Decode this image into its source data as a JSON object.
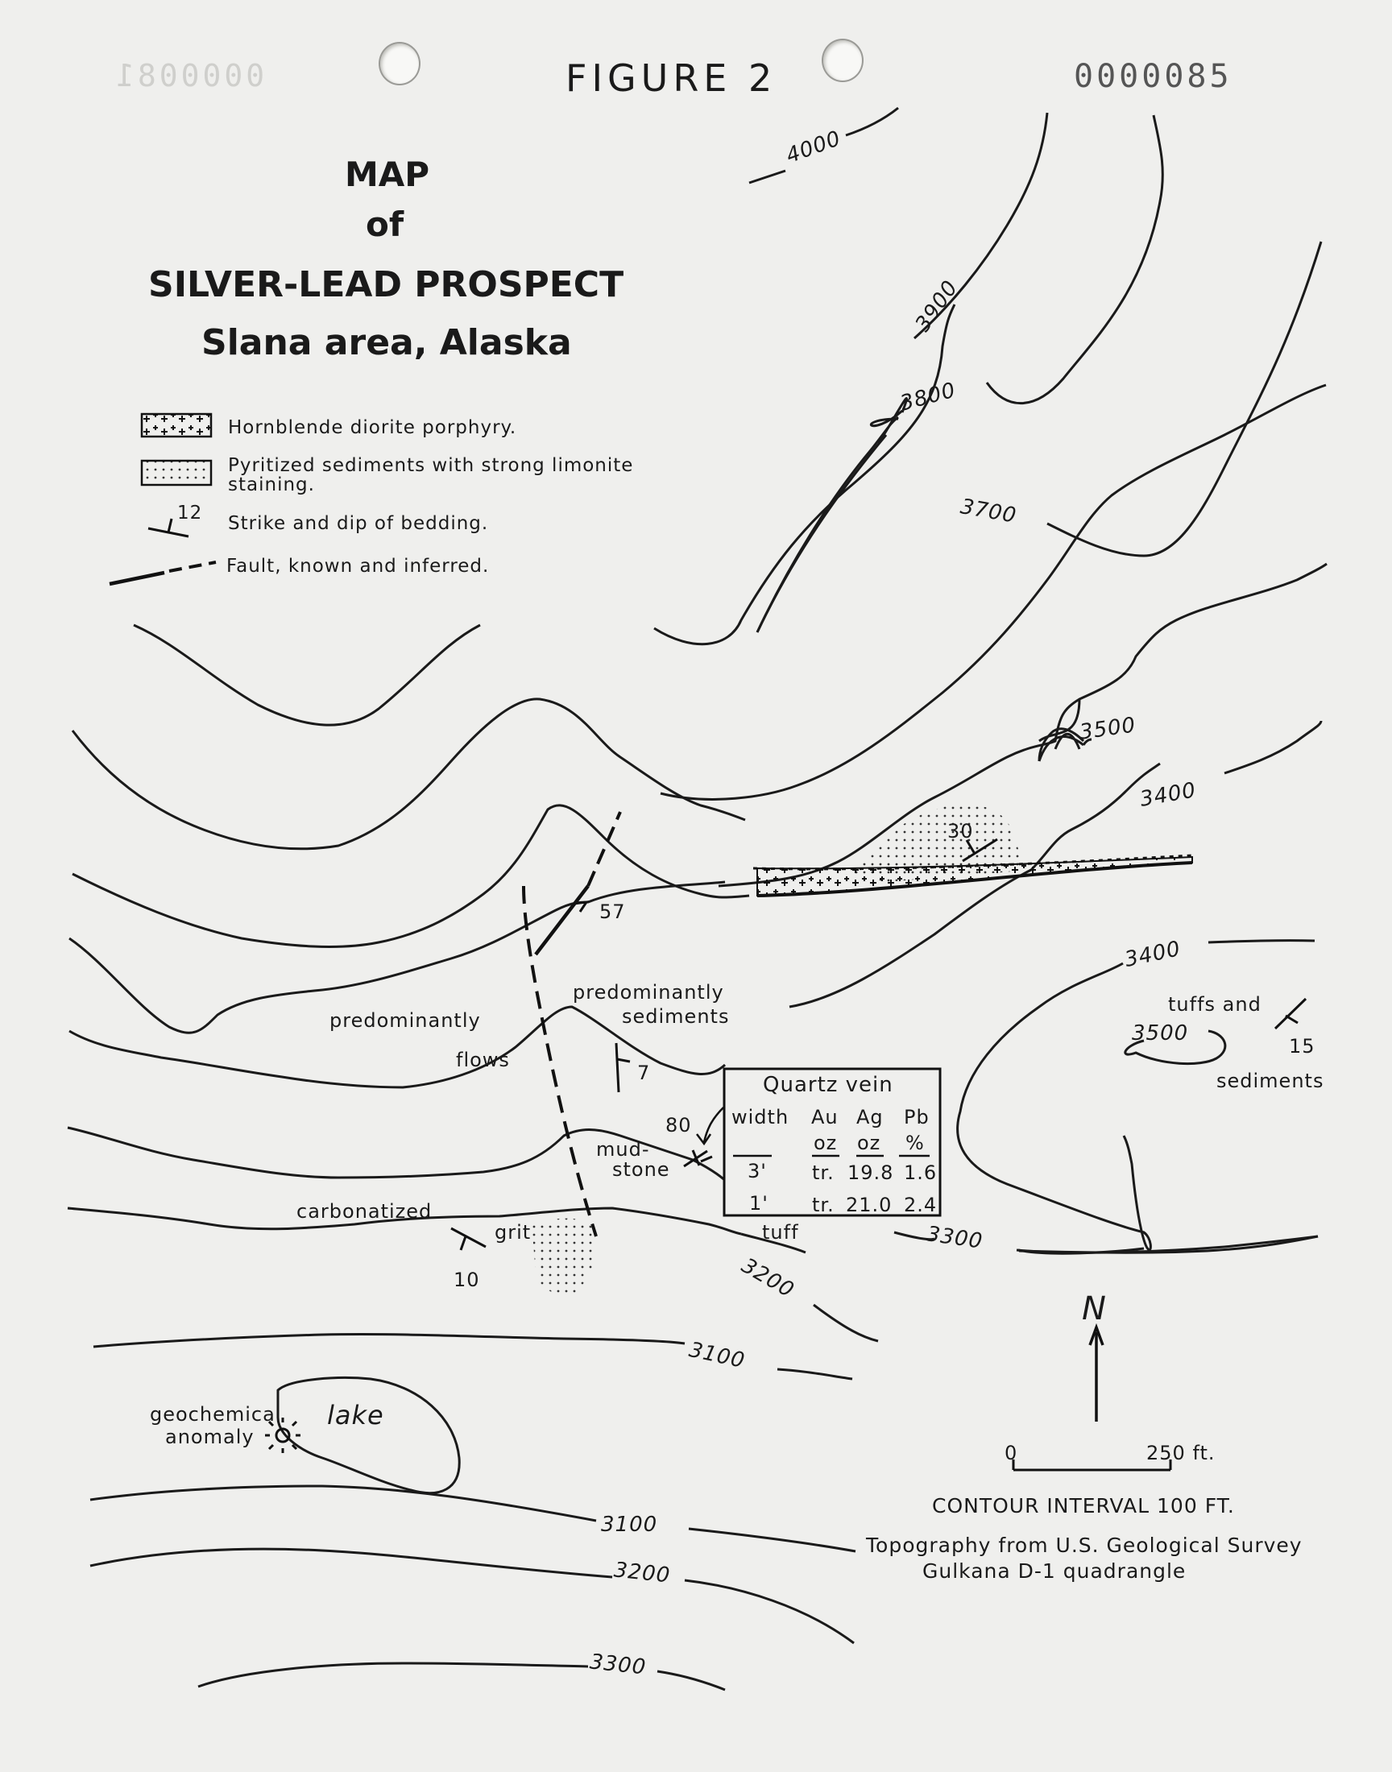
{
  "header": {
    "figure_label": "FIGURE 2",
    "doc_number": "0000085",
    "bleed_through_number": "0000081"
  },
  "title": {
    "line1": "MAP",
    "line2": "of",
    "line3": "SILVER-LEAD PROSPECT",
    "line4": "Slana area, Alaska"
  },
  "legend": {
    "items": [
      {
        "label": "Hornblende diorite porphyry.",
        "symbol": "crosses-box"
      },
      {
        "label": "Pyritized sediments with strong limonite",
        "label2": "staining.",
        "symbol": "dotted-box"
      },
      {
        "label": "Strike and dip of bedding.",
        "symbol": "strike-dip",
        "sample_dip": "12"
      },
      {
        "label": "Fault, known and inferred.",
        "symbol": "fault-line"
      }
    ]
  },
  "contours": {
    "c4000": "4000",
    "c3900": "3900",
    "c3800": "3800",
    "c3700": "3700",
    "c3500a": "3500",
    "c3400a": "3400",
    "c3400b": "3400",
    "c3500b": "3500",
    "c3300a": "3300",
    "c3200a": "3200",
    "c3100a": "3100",
    "c3100b": "3100",
    "c3200b": "3200",
    "c3300b": "3300"
  },
  "labels": {
    "dip_30": "30",
    "dip_57": "57",
    "dip_7": "7",
    "dip_80": "80",
    "dip_10": "10",
    "dip_15": "15",
    "flows_1": "predominantly",
    "flows_2": "flows",
    "sed_1": "predominantly",
    "sed_2": "sediments",
    "mud_1": "mud-",
    "mud_2": "stone",
    "carbonatized": "carbonatized",
    "grit": "grit",
    "tuff": "tuff",
    "tuffs_1": "tuffs and",
    "tuffs_2": "sediments",
    "lake": "lake",
    "geo_1": "geochemical",
    "geo_2": "anomaly"
  },
  "vein_table": {
    "title": "Quartz vein",
    "headers": [
      {
        "l1": "width",
        "l2": ""
      },
      {
        "l1": "Au",
        "l2": "oz"
      },
      {
        "l1": "Ag",
        "l2": "oz"
      },
      {
        "l1": "Pb",
        "l2": "%"
      }
    ],
    "rows": [
      [
        "3'",
        "tr.",
        "19.8",
        "1.6"
      ],
      [
        "1'",
        "tr.",
        "21.0",
        "2.4"
      ]
    ]
  },
  "north_arrow": {
    "label": "N"
  },
  "scale_bar": {
    "start": "0",
    "end": "250 ft."
  },
  "notes": {
    "contour_interval": "CONTOUR INTERVAL 100 FT.",
    "source_1": "Topography from U.S. Geological Survey",
    "source_2": "Gulkana D-1 quadrangle"
  },
  "colors": {
    "paper": "#efefed",
    "ink": "#1a1a1a"
  }
}
